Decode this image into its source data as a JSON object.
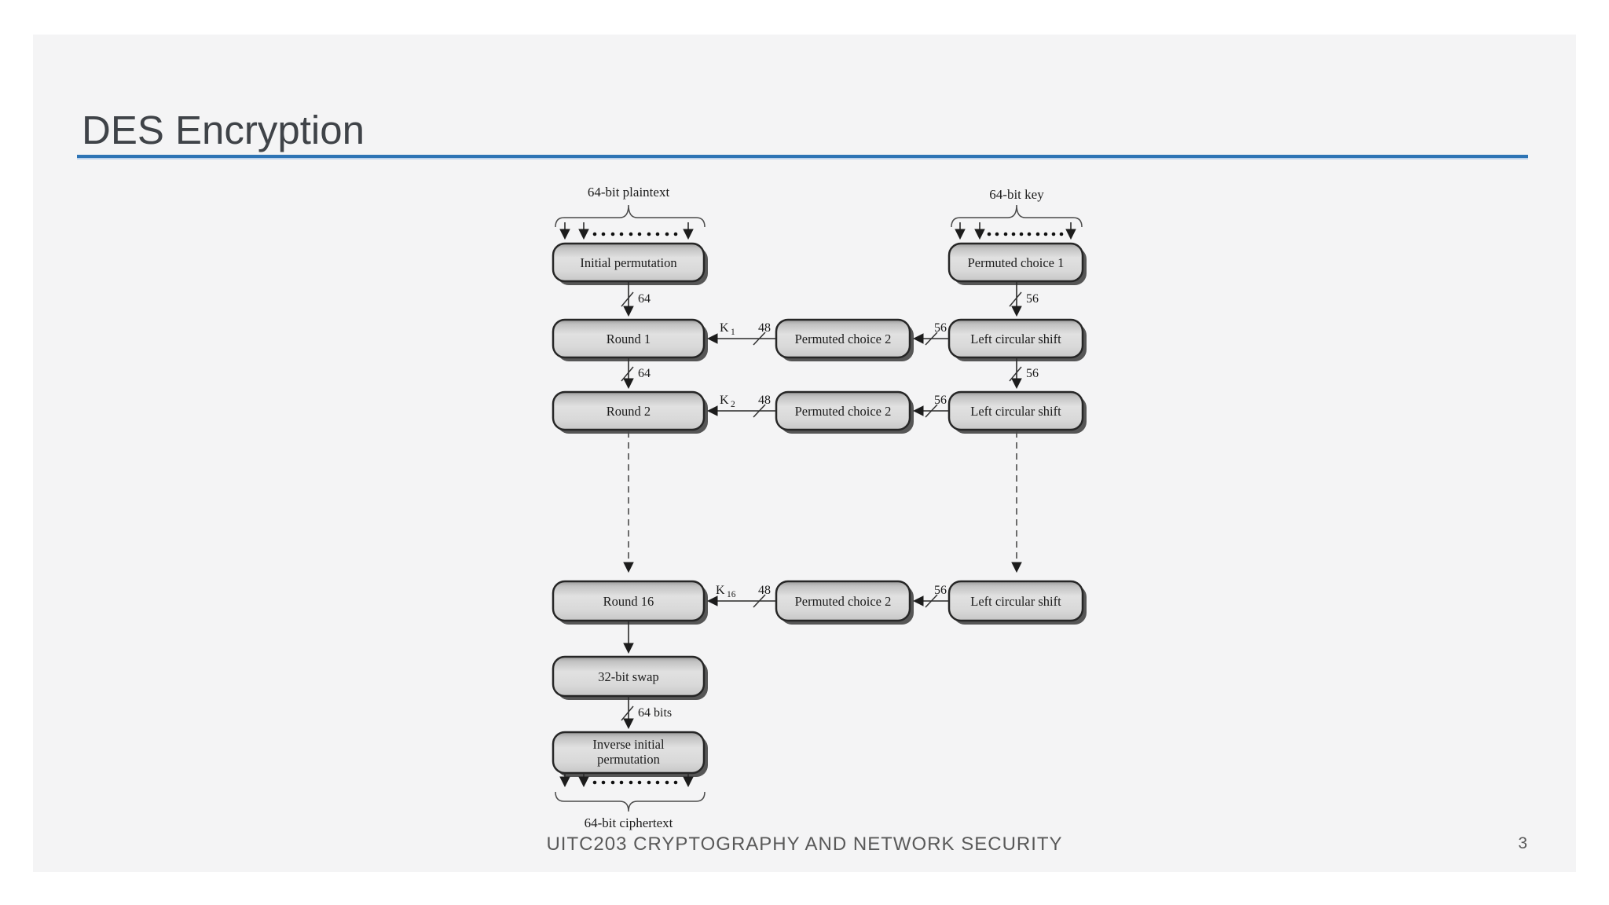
{
  "slide": {
    "title": "DES Encryption",
    "footer": "UITC203 CRYPTOGRAPHY AND NETWORK SECURITY",
    "page_number": "3",
    "accent_color": "#2e74b5"
  },
  "diagram": {
    "inputs": {
      "plaintext": "64-bit plaintext",
      "key": "64-bit key",
      "ciphertext": "64-bit ciphertext"
    },
    "boxes": {
      "initial_permutation": "Initial permutation",
      "permuted_choice_1": "Permuted choice 1",
      "permuted_choice_2": "Permuted choice 2",
      "left_circular_shift": "Left circular shift",
      "round_1": "Round 1",
      "round_2": "Round 2",
      "round_16": "Round 16",
      "swap_32": "32-bit swap",
      "inverse_initial_1": "Inverse initial",
      "inverse_initial_2": "permutation"
    },
    "labels": {
      "bits64": "64",
      "bits56": "56",
      "bits48": "48",
      "bits64_full": "64 bits",
      "k": "K",
      "k1_sub": "1",
      "k2_sub": "2",
      "k16_sub": "16"
    }
  }
}
